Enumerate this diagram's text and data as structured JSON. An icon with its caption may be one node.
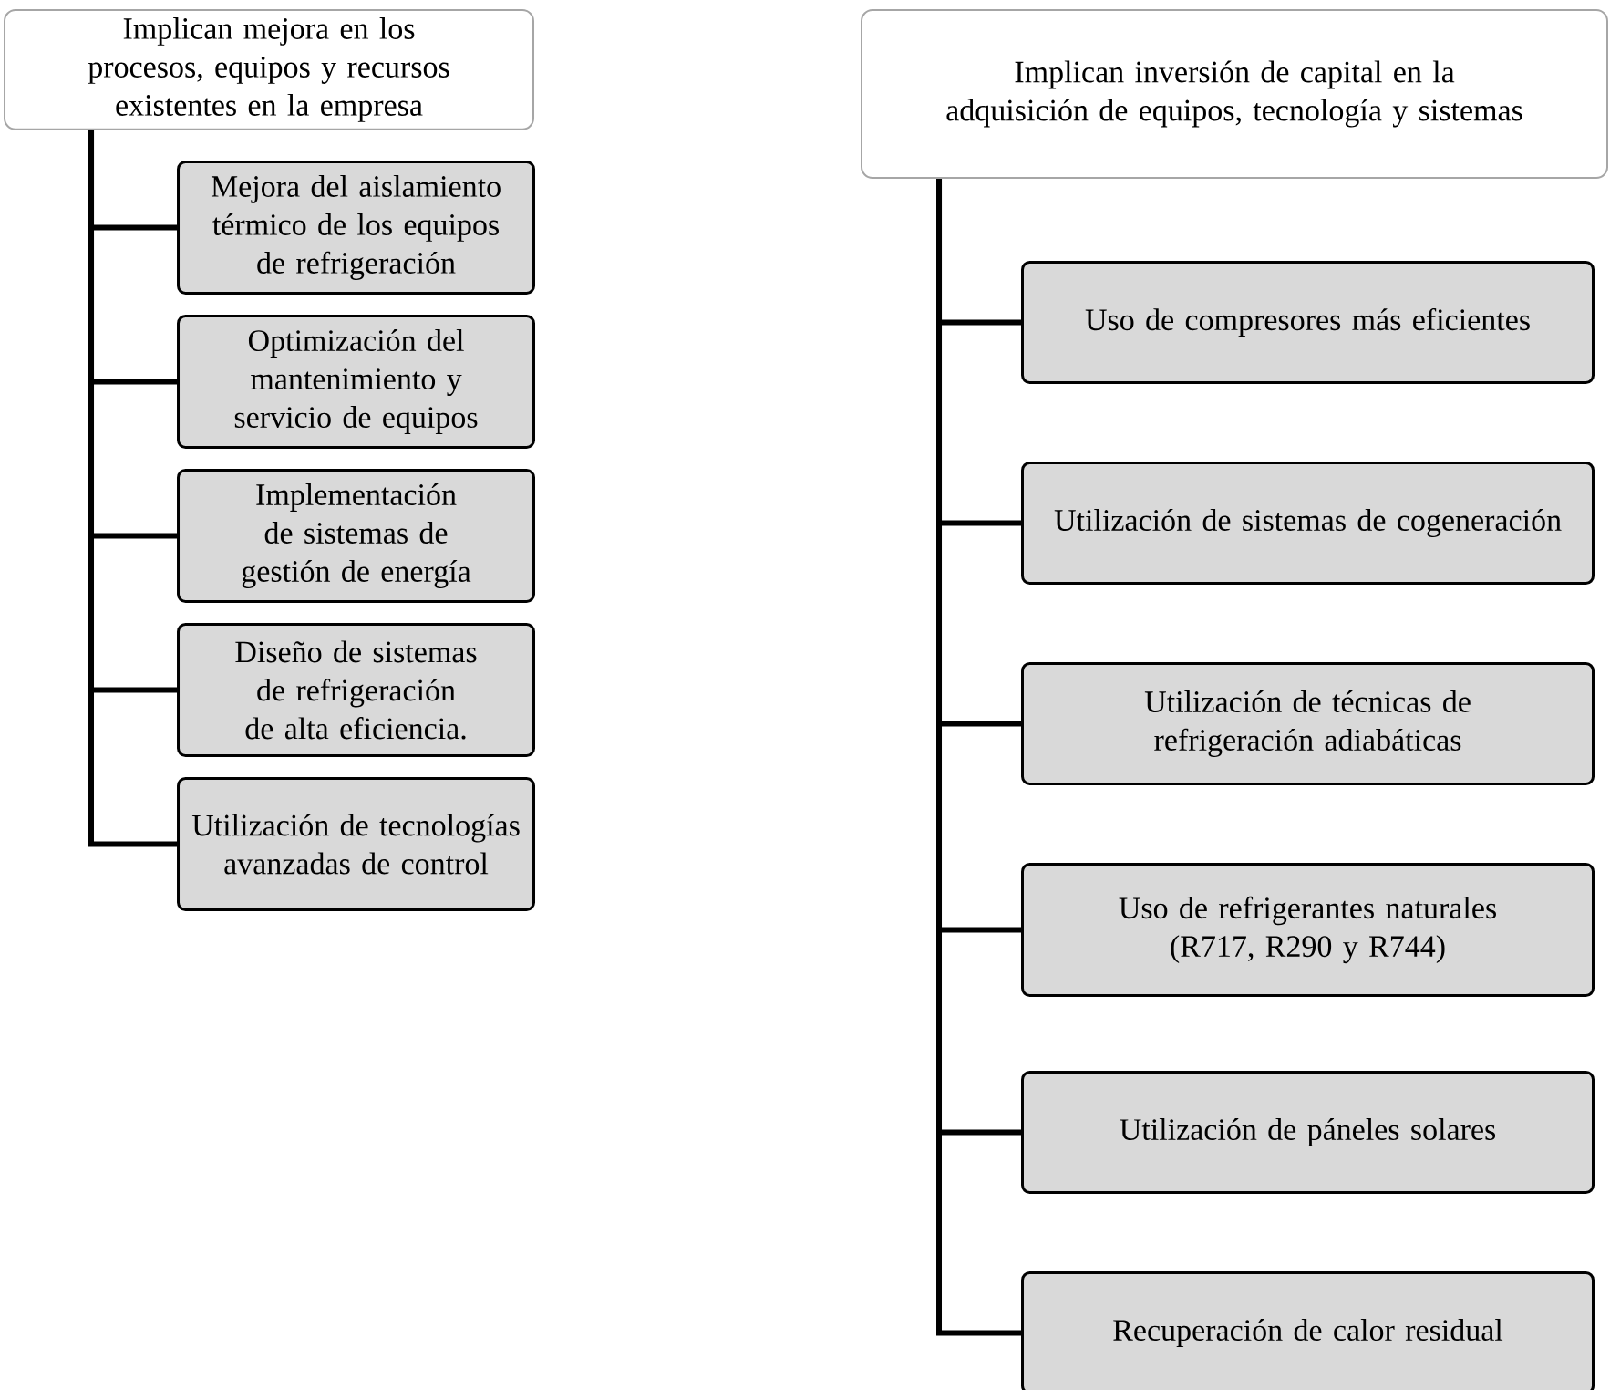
{
  "diagram": {
    "nodes": [
      {
        "text": [
          "Implican mejora en los procesos, equipos y recursos existentes en la empresa"
        ]
      },
      {
        "text": [
          "Mejora del aislamiento térmico de los equipos de refrigeración"
        ]
      },
      {
        "text": [
          "Optimización del mantenimiento y servicio de equipos"
        ]
      },
      {
        "text": [
          "Implementación de sistemas de gestión de energía"
        ]
      },
      {
        "text": [
          "Diseño de sistemas de refrigeración de alta eficiencia."
        ]
      },
      {
        "text": [
          "Utilización de tecnologías avanzadas de control"
        ]
      },
      {
        "text": [
          "Implican inversión de capital en la adquisición de equipos, tecnología y sistemas"
        ]
      },
      {
        "text": [
          "Uso de compresores más eficientes"
        ]
      },
      {
        "text": [
          "Utilización de sistemas de cogeneración"
        ]
      },
      {
        "text": [
          "Utilización de técnicas de refrigeración adiabáticas"
        ]
      },
      {
        "text": [
          "Uso de refrigerantes naturales (R717, R290 y R744)"
        ]
      },
      {
        "text": [
          "Utilización de páneles solares"
        ]
      },
      {
        "text": [
          "Recuperación de calor residual"
        ]
      }
    ],
    "edges": [
      {
        "from": 0,
        "to": 1,
        "arrow": "none"
      },
      {
        "from": 0,
        "to": 2,
        "arrow": "none"
      },
      {
        "from": 0,
        "to": 3,
        "arrow": "none"
      },
      {
        "from": 0,
        "to": 4,
        "arrow": "none"
      },
      {
        "from": 0,
        "to": 5,
        "arrow": "none"
      },
      {
        "from": 6,
        "to": 7,
        "arrow": "none"
      },
      {
        "from": 6,
        "to": 8,
        "arrow": "none"
      },
      {
        "from": 6,
        "to": 9,
        "arrow": "none"
      },
      {
        "from": 6,
        "to": 10,
        "arrow": "none"
      },
      {
        "from": 6,
        "to": 11,
        "arrow": "none"
      },
      {
        "from": 6,
        "to": 12,
        "arrow": "none"
      }
    ]
  }
}
